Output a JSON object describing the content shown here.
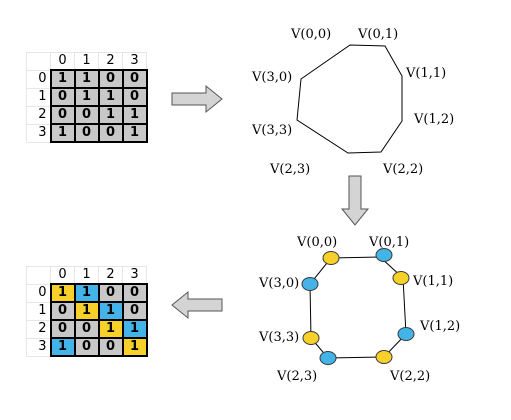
{
  "colors": {
    "cell_gray": "#c8c8c8",
    "blue": "#44b3e8",
    "yellow": "#f7d12a",
    "arrow_fill": "#d4d4d4",
    "arrow_stroke": "#555555"
  },
  "col_headers": [
    "0",
    "1",
    "2",
    "3"
  ],
  "row_headers": [
    "0",
    "1",
    "2",
    "3"
  ],
  "matrix_top": [
    [
      "1",
      "1",
      "0",
      "0"
    ],
    [
      "0",
      "1",
      "1",
      "0"
    ],
    [
      "0",
      "0",
      "1",
      "1"
    ],
    [
      "1",
      "0",
      "0",
      "1"
    ]
  ],
  "matrix_bottom": [
    [
      "1",
      "1",
      "0",
      "0"
    ],
    [
      "0",
      "1",
      "1",
      "0"
    ],
    [
      "0",
      "0",
      "1",
      "1"
    ],
    [
      "1",
      "0",
      "0",
      "1"
    ]
  ],
  "matrix_bottom_colors": [
    [
      "yellow",
      "blue",
      "gray",
      "gray"
    ],
    [
      "gray",
      "yellow",
      "blue",
      "gray"
    ],
    [
      "gray",
      "gray",
      "yellow",
      "blue"
    ],
    [
      "blue",
      "gray",
      "gray",
      "yellow"
    ]
  ],
  "vertices": {
    "v00": "V(0,0)",
    "v01": "V(0,1)",
    "v11": "V(1,1)",
    "v12": "V(1,2)",
    "v22": "V(2,2)",
    "v23": "V(2,3)",
    "v33": "V(3,3)",
    "v30": "V(3,0)"
  },
  "node_colors": {
    "v00": "yellow",
    "v01": "blue",
    "v11": "yellow",
    "v12": "blue",
    "v22": "yellow",
    "v23": "blue",
    "v33": "yellow",
    "v30": "blue"
  }
}
